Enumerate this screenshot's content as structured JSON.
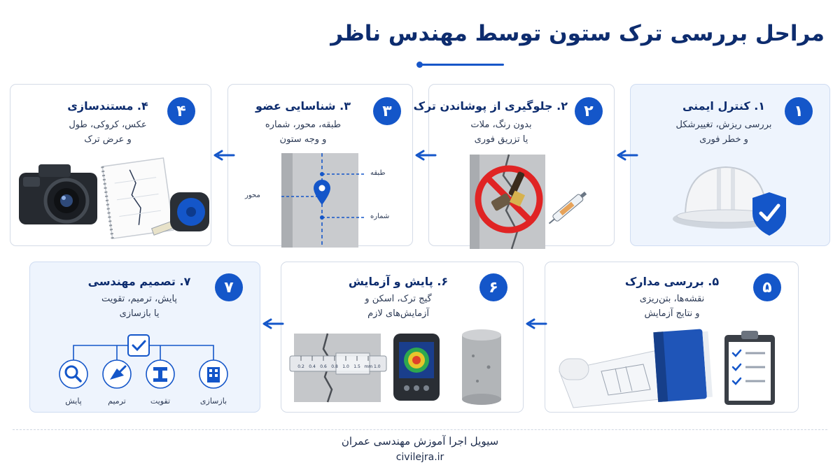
{
  "title": "مراحل بررسی ترک ستون توسط مهندس ناظر",
  "steps": [
    {
      "badge": "۱",
      "title": "۱. کنترل ایمنی",
      "desc1": "بررسی ریزش، تغییرشکل",
      "desc2": "و خطر فوری"
    },
    {
      "badge": "۲",
      "title": "۲. جلوگیری از پوشاندن ترک",
      "desc1": "بدون رنگ، ملات",
      "desc2": "یا تزریق فوری"
    },
    {
      "badge": "۳",
      "title": "۳. شناسایی عضو",
      "desc1": "طبقه، محور، شماره",
      "desc2": "و وجه ستون"
    },
    {
      "badge": "۴",
      "title": "۴. مستندسازی",
      "desc1": "عکس، کروکی، طول",
      "desc2": "و عرض ترک"
    },
    {
      "badge": "۵",
      "title": "۵. بررسی مدارک",
      "desc1": "نقشه‌ها، بتن‌ریزی",
      "desc2": "و نتایج آزمایش"
    },
    {
      "badge": "۶",
      "title": "۶. پایش و آزمایش",
      "desc1": "گیج ترک، اسکن و",
      "desc2": "آزمایش‌های لازم"
    },
    {
      "badge": "۷",
      "title": "۷. تصمیم مهندسی",
      "desc1": "پایش، ترمیم، تقویت",
      "desc2": "یا بازسازی"
    }
  ],
  "column_labels": {
    "floor": "طبقه",
    "axis": "محور",
    "number": "شماره"
  },
  "gauge_ticks": [
    "0.2",
    "0.4",
    "0.6",
    "0.8",
    "1.0",
    "1.5",
    "1.0 mm"
  ],
  "options": [
    {
      "label": "بازسازی",
      "icon": "building-icon"
    },
    {
      "label": "تقویت",
      "icon": "steel-beam-icon"
    },
    {
      "label": "ترمیم",
      "icon": "trowel-icon"
    },
    {
      "label": "پایش",
      "icon": "magnifier-icon"
    }
  ],
  "footer": {
    "name": "سیویل اجرا آموزش مهندسی عمران",
    "url": "civilejra.ir"
  },
  "colors": {
    "primary": "#1456c9",
    "highlight_bg": "#eef4fd",
    "title": "#0d2c6e",
    "prohibit": "#e02424"
  }
}
